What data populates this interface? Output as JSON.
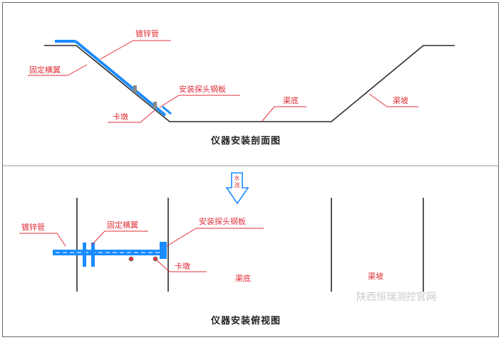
{
  "colors": {
    "border": "#6b6b6b",
    "divider": "#9a9a9a",
    "channel": "#2a2a2a",
    "pipe": "#1a8cff",
    "label": "#e0303a",
    "bracket": "#888888",
    "caption": "#222222"
  },
  "section": {
    "label_pipe": "镀锌管",
    "label_crossbar": "固定横翼",
    "label_plate": "安装探头钢板",
    "label_pier": "卡墩",
    "label_bottom": "渠底",
    "label_slope": "渠坡",
    "caption": "仪器安装剖面图"
  },
  "plan": {
    "flow_char_1": "水",
    "flow_char_2": "流",
    "label_pipe": "镀锌管",
    "label_crossbar": "固定横翼",
    "label_plate": "安装探头钢板",
    "label_pier": "卡墩",
    "label_bottom": "渠底",
    "label_slope": "渠坡",
    "caption": "仪器安装俯视图"
  },
  "watermark": "陕西恒瑞测控官网"
}
